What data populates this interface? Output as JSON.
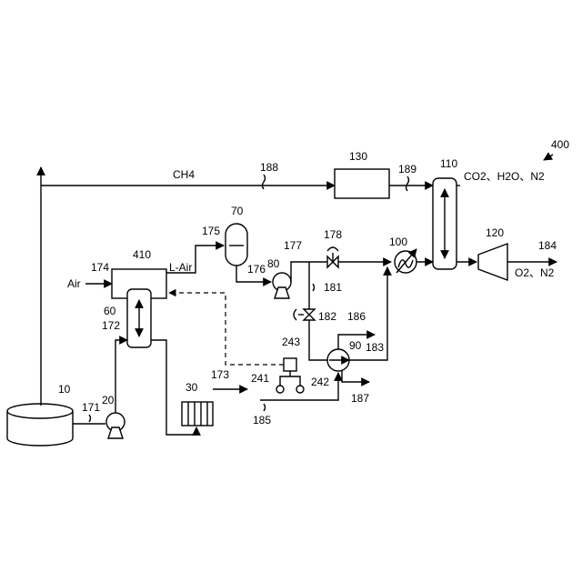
{
  "figure_number": "400",
  "streams": {
    "CH4": "CH4",
    "products_burn": "CO2、H2O、N2",
    "products_turbine": "O2、N2",
    "air": "Air",
    "liquid_air": "L-Air"
  },
  "labels": {
    "l10": "10",
    "l20": "20",
    "l30": "30",
    "l60": "60",
    "l70": "70",
    "l80": "80",
    "l90": "90",
    "l100": "100",
    "l110": "110",
    "l120": "120",
    "l130": "130",
    "l171": "171",
    "l172": "172",
    "l173": "173",
    "l174": "174",
    "l175": "175",
    "l176": "176",
    "l177": "177",
    "l178": "178",
    "l181": "181",
    "l182": "182",
    "l183": "183",
    "l184": "184",
    "l185": "185",
    "l186": "186",
    "l187": "187",
    "l188": "188",
    "l189": "189",
    "l241": "241",
    "l242": "242",
    "l243": "243",
    "l410": "410"
  }
}
